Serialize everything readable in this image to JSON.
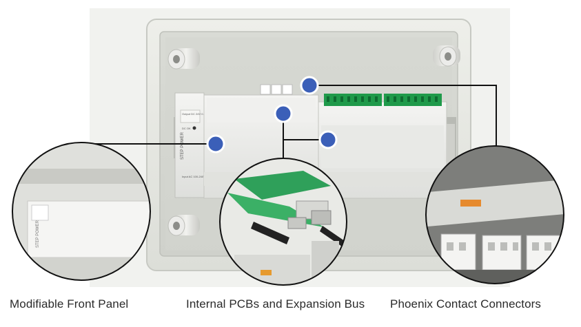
{
  "captions": {
    "left": "Modifiable Front Panel",
    "middle": "Internal PCBs and Expansion Bus",
    "right": "Phoenix Contact Connectors"
  },
  "device_labels": {
    "psu_brand": "STEP POWER",
    "output": "Output DC 24V 0.5A",
    "dc_ok": "DC OK",
    "input": "Input AC 100-240V"
  },
  "colors": {
    "callout_dot": "#3b5fb8",
    "callout_line": "#111111",
    "terminal_green": "#1f9a4a",
    "pcb_green": "#2fa05a",
    "enclosure": "#e6e8e3"
  }
}
